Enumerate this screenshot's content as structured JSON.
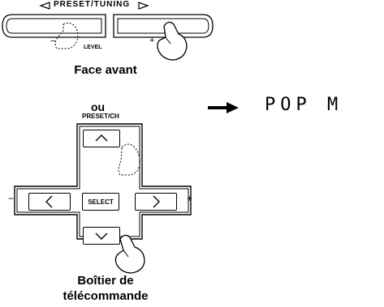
{
  "front_panel": {
    "control_label": "PRESET/TUNING",
    "minus": "−",
    "plus": "+",
    "level_label": "LEVEL",
    "caption": "Face avant"
  },
  "connector": {
    "text": "ou"
  },
  "display": {
    "text": "POP M"
  },
  "remote": {
    "preset_label": "PRESET/CH",
    "select_label": "SELECT",
    "minus": "−",
    "plus": "+",
    "caption_line1": "Boîtier de",
    "caption_line2": "télécommande"
  },
  "icons": [
    "left-triangle-icon",
    "right-triangle-icon",
    "hand-pointer-icon",
    "arrow-right-icon",
    "chevron-up-icon",
    "chevron-down-icon",
    "chevron-left-icon",
    "chevron-right-icon"
  ]
}
